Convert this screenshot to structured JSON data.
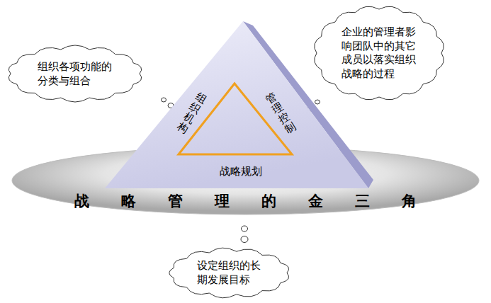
{
  "diagram": {
    "nodes": [
      {
        "text": [
          "组织各项功能的分类与组合"
        ]
      },
      {
        "text": [
          "企业的管理者影响团队中的其它成员以落实组织战略的过程"
        ]
      },
      {
        "text": [
          "组织机构",
          "管理控制",
          "战略规划"
        ]
      },
      {
        "text": [
          "战略管理的金三角"
        ]
      },
      {
        "text": [
          "设定组织的长期发展目标"
        ]
      }
    ]
  }
}
